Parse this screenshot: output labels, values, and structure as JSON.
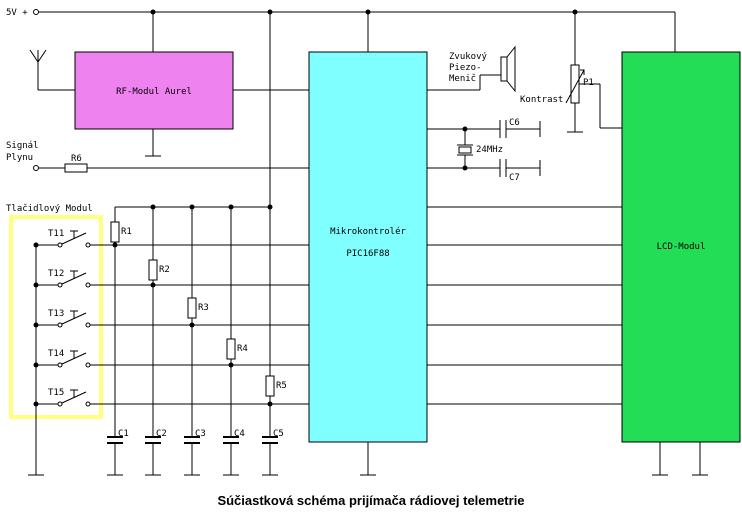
{
  "title": "Súčiastková schéma prijímača rádiovej telemetrie",
  "supply_label": "5V +",
  "blocks": {
    "rf_module": "RF-Modul Aurel",
    "mcu_line1": "Mikrokontrolér",
    "mcu_line2": "PIC16F88",
    "lcd_module": "LCD-Modul"
  },
  "labels": {
    "buzzer_line1": "Zvukový",
    "buzzer_line2": "Piezo-",
    "buzzer_line3": "Menič",
    "pot": "P1",
    "contrast": "Kontrast",
    "signal_line1": "Signál",
    "signal_line2": "Plynu",
    "button_module": "Tlačidlový Modul",
    "crystal": "24MHz",
    "c6": "C6",
    "c7": "C7",
    "r6": "R6"
  },
  "buttons": [
    "T11",
    "T12",
    "T13",
    "T14",
    "T15"
  ],
  "resistors": [
    "R1",
    "R2",
    "R3",
    "R4",
    "R5"
  ],
  "capacitors": [
    "C1",
    "C2",
    "C3",
    "C4",
    "C5"
  ],
  "colors": {
    "rf_module": "#ee82ee",
    "mcu": "#7fffff",
    "lcd": "#22dd55",
    "button_frame": "#ffff80"
  }
}
